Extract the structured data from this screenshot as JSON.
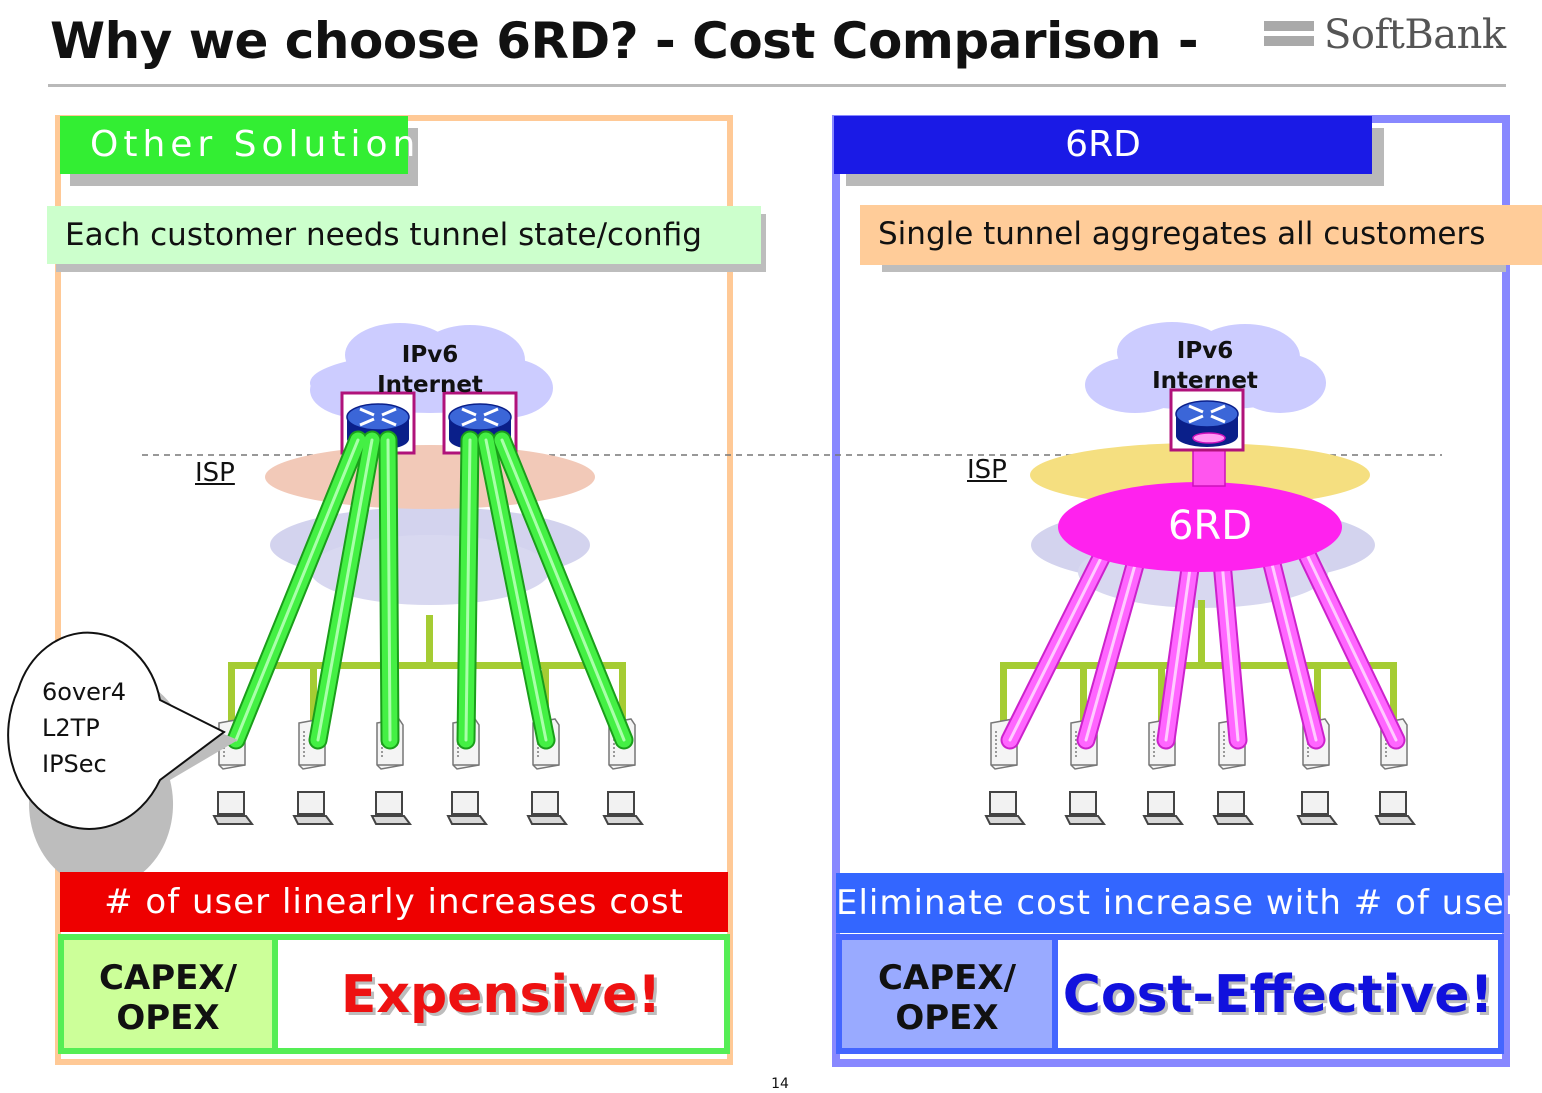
{
  "header": {
    "title": "Why we choose 6RD? - Cost Comparison -",
    "logo_text": "SoftBank"
  },
  "left_panel": {
    "tag": "Other Solutions",
    "subtitle": "Each customer needs tunnel state/config",
    "cloud_label": [
      "IPv6",
      "Internet"
    ],
    "isp_label": "ISP",
    "callout_lines": [
      "6over4",
      "L2TP",
      "IPSec"
    ],
    "banner": "# of user linearly increases cost",
    "capex_lines": [
      "CAPEX/",
      "OPEX"
    ],
    "verdict": "Expensive!"
  },
  "right_panel": {
    "tag": "6RD",
    "subtitle": "Single tunnel aggregates all customers",
    "cloud_label": [
      "IPv6",
      "Internet"
    ],
    "isp_label": "ISP",
    "hub_label": "6RD",
    "banner": "Eliminate cost increase with # of user",
    "capex_lines": [
      "CAPEX/",
      "OPEX"
    ],
    "verdict": "Cost-Effective!"
  },
  "page_number": "14",
  "colors": {
    "left_frame": "#ffc996",
    "left_tag": "#33ee33",
    "left_subtitle_bg": "#ccffcc",
    "left_banner": "#ee0000",
    "left_capex_bg": "#ccff99",
    "left_cost_border": "#55ee55",
    "left_tunnel": "#33ee33",
    "expensive_text": "#ee1111",
    "right_frame": "#8888ff",
    "right_tag": "#1a1ae6",
    "right_subtitle_bg": "#ffcc99",
    "right_banner": "#3366ff",
    "right_capex_bg": "#99aaff",
    "right_cost_border": "#4466ff",
    "right_tunnel": "#ee44ee",
    "effective_text": "#1111dd",
    "hub": "#ff22ee"
  }
}
